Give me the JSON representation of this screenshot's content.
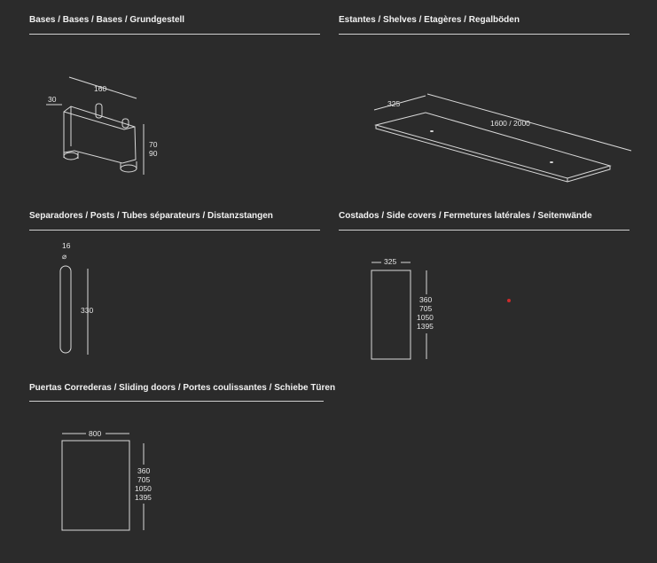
{
  "sections": {
    "bases": {
      "title": "Bases / Bases / Bases / Grundgestell",
      "dims": {
        "length": "160",
        "depth": "30",
        "height_a": "70",
        "height_b": "90"
      }
    },
    "shelves": {
      "title": "Estantes / Shelves / Etagères / Regalböden",
      "dims": {
        "depth": "325",
        "length": "1600 / 2000"
      }
    },
    "posts": {
      "title": "Separadores / Posts / Tubes séparateurs / Distanzstangen",
      "dims": {
        "diameter": "16",
        "diameter_symbol": "⌀",
        "height": "330"
      }
    },
    "side_covers": {
      "title": "Costados / Side covers / Fermetures latérales / Seitenwände",
      "dims": {
        "width": "325",
        "heights": [
          "360",
          "705",
          "1050",
          "1395"
        ]
      }
    },
    "sliding_doors": {
      "title": "Puertas Correderas / Sliding doors / Portes coulissantes / Schiebe Türen",
      "dims": {
        "width": "800",
        "heights": [
          "360",
          "705",
          "1050",
          "1395"
        ]
      }
    }
  },
  "colors": {
    "background": "#2b2b2b",
    "line": "#d9d9d9",
    "text": "#e6e6e6",
    "marker": "#cc2b2b"
  }
}
